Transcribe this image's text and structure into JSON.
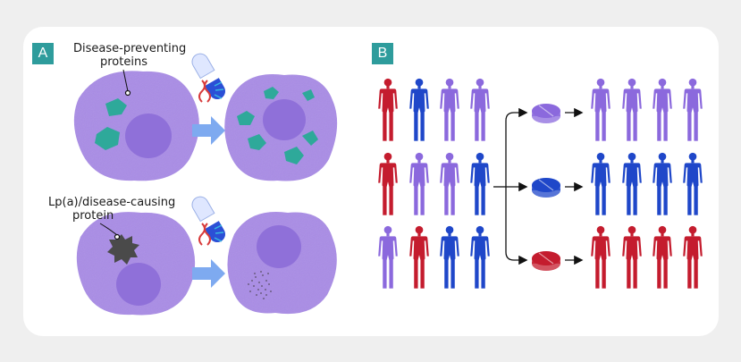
{
  "panels": {
    "a": {
      "label": "A",
      "top_callout_line1": "Disease-preventing",
      "top_callout_line2": "proteins",
      "bottom_callout_line1": "Lp(a)/disease-causing",
      "bottom_callout_line2": "protein"
    },
    "b": {
      "label": "B"
    }
  },
  "figure_rows": [
    {
      "input": [
        "red",
        "blue",
        "purple",
        "purple"
      ],
      "pill": "purple",
      "output": "purple"
    },
    {
      "input": [
        "red",
        "purple",
        "purple",
        "blue"
      ],
      "pill": "blue",
      "output": "blue"
    },
    {
      "input": [
        "purple",
        "red",
        "blue",
        "blue"
      ],
      "pill": "red",
      "output": "red"
    }
  ],
  "colors": {
    "background": "#efefef",
    "card": "#ffffff",
    "label_bg": "#2e9c9c",
    "cell": "#a98ce6",
    "nucleus": "#8f70d9",
    "protein_good": "#2ea99a",
    "protein_bad": "#4a4a4a",
    "arrow": "#7eaaf0",
    "person_red": "#c41c2e",
    "person_blue": "#1f47c9",
    "person_purple": "#8b69dd"
  },
  "icons": [
    "capsule-icon",
    "dna-strand-icon",
    "pill-icon",
    "person-icon",
    "arrow-icon"
  ]
}
